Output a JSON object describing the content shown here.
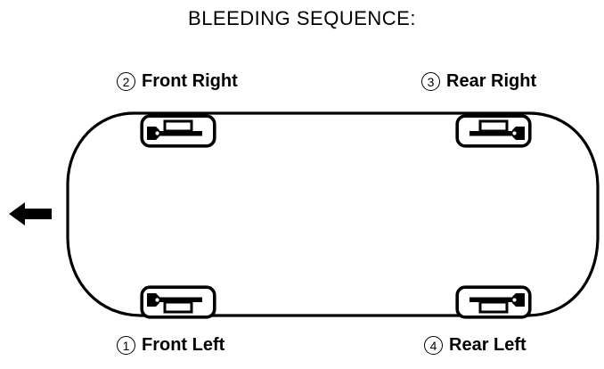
{
  "title": "BLEEDING SEQUENCE:",
  "diagram": {
    "type": "vehicle-brake-bleeding-sequence",
    "vehicle_outline_shape": "rounded-rectangle",
    "direction_arrow": {
      "name": "front-direction-arrow",
      "points": "left",
      "color": "#000000"
    },
    "colors": {
      "stroke": "#000000",
      "background": "#ffffff"
    }
  },
  "corners": [
    {
      "id": "front-left",
      "number": "1",
      "circled_number": "①",
      "label": "Front Left",
      "position": "bottom-left",
      "icon": "brake-caliper-bleeder-icon",
      "nipple_side": "left"
    },
    {
      "id": "front-right",
      "number": "2",
      "circled_number": "②",
      "label": "Front Right",
      "position": "top-left",
      "icon": "brake-caliper-bleeder-icon",
      "nipple_side": "left"
    },
    {
      "id": "rear-right",
      "number": "3",
      "circled_number": "③",
      "label": "Rear Right",
      "position": "top-right",
      "icon": "brake-caliper-bleeder-icon",
      "nipple_side": "right"
    },
    {
      "id": "rear-left",
      "number": "4",
      "circled_number": "④",
      "label": "Rear Left",
      "position": "bottom-right",
      "icon": "brake-caliper-bleeder-icon",
      "nipple_side": "right"
    }
  ]
}
